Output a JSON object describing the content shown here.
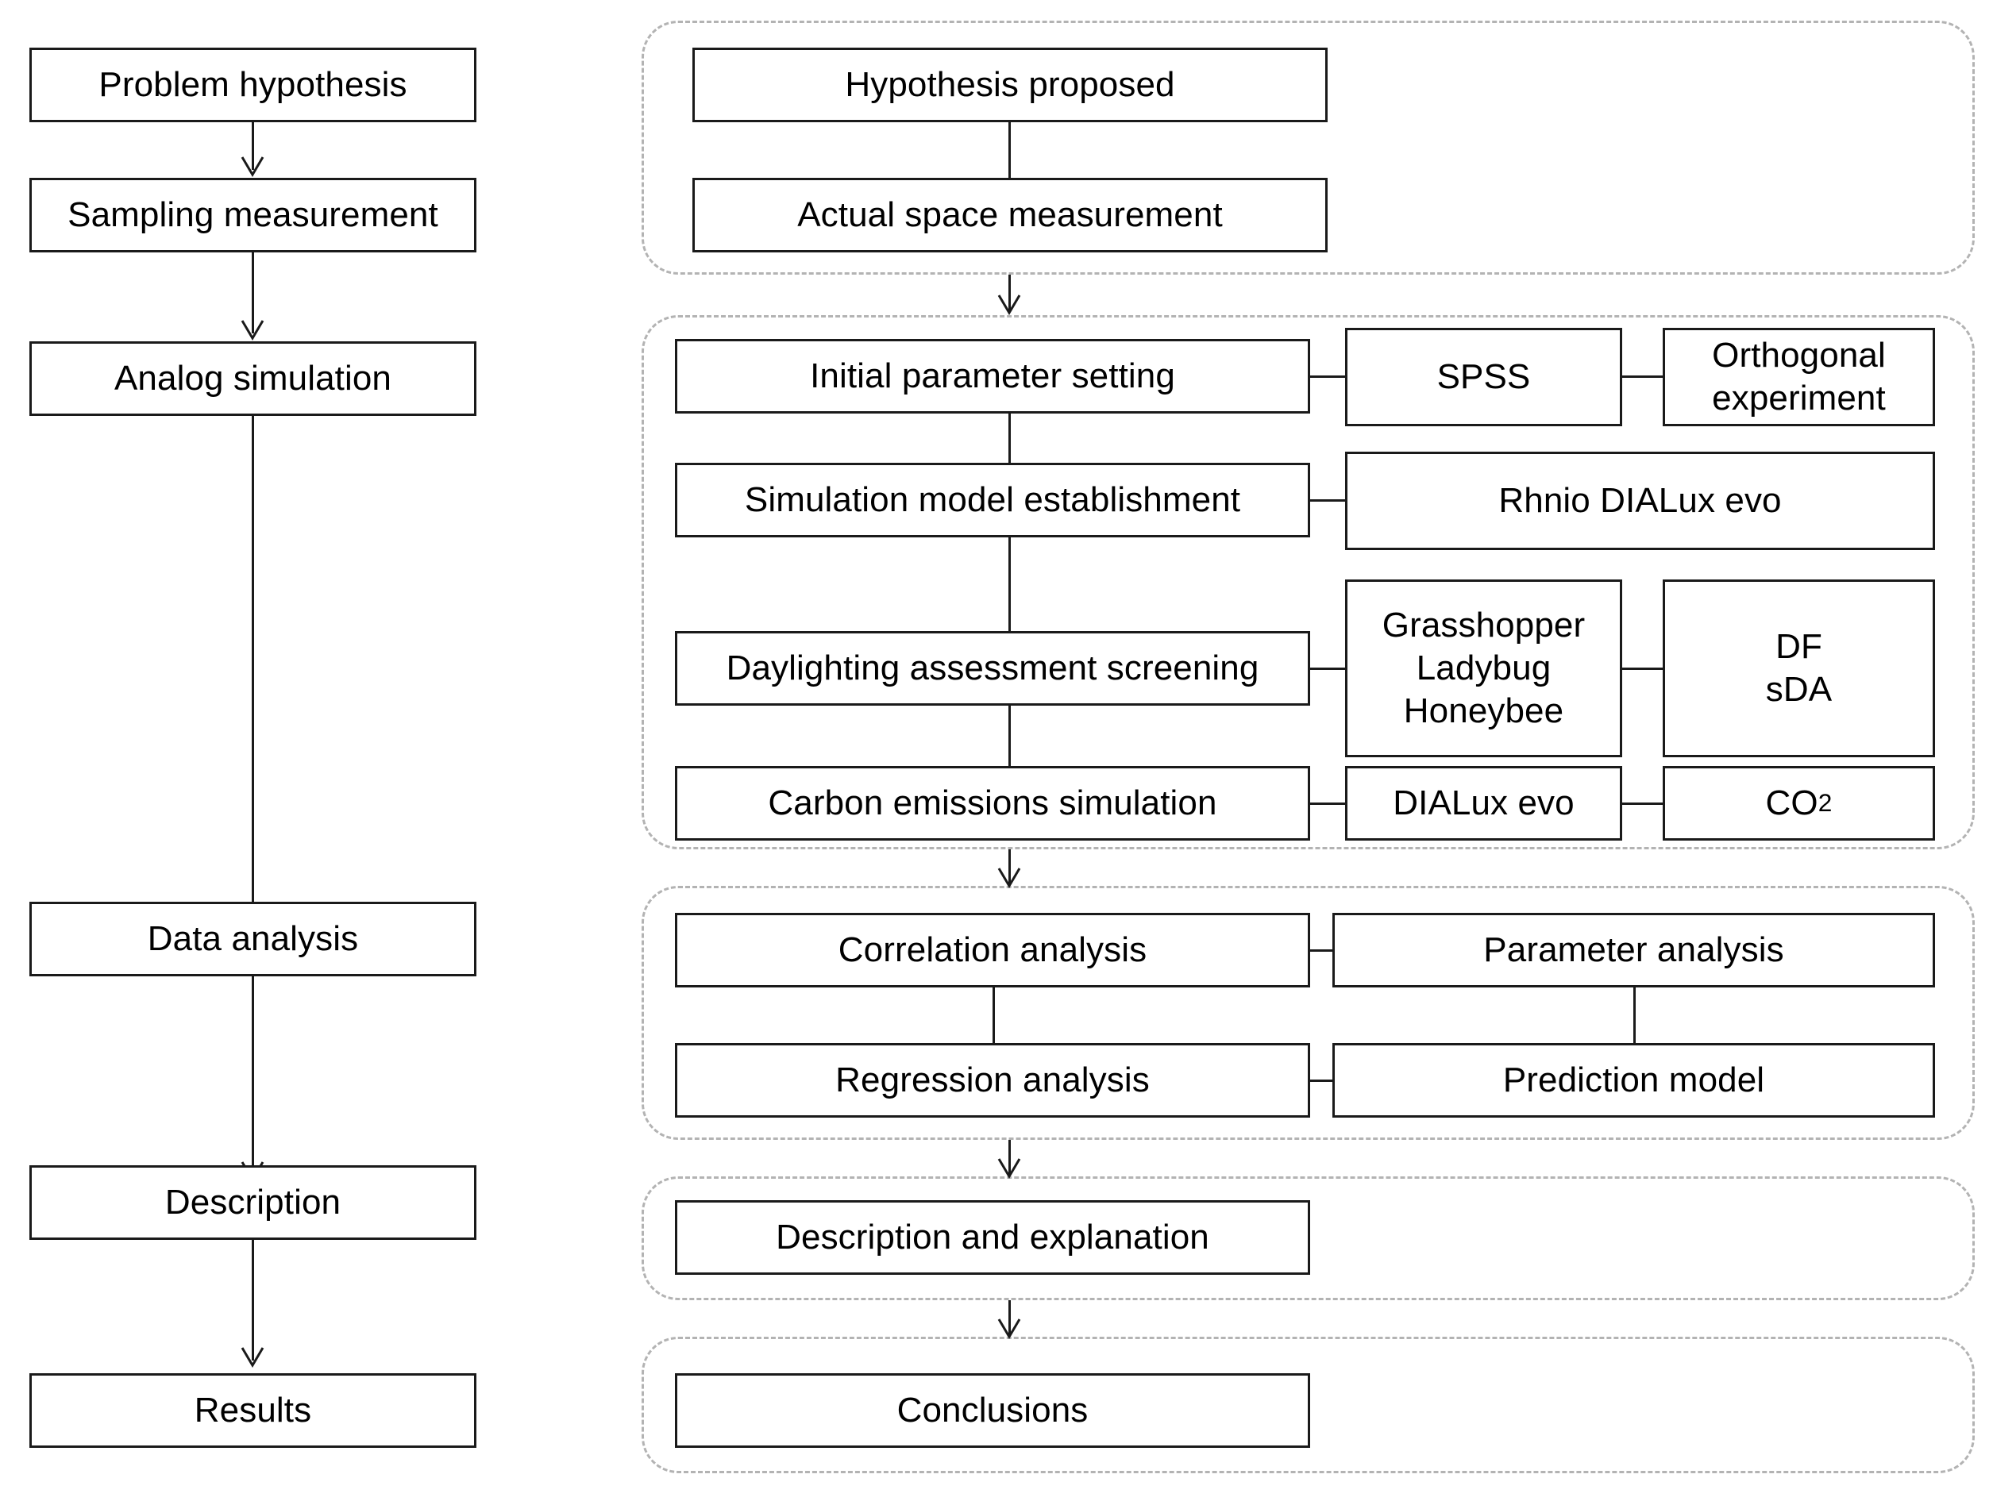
{
  "diagram": {
    "title": "Research methodology flowchart",
    "colors": {
      "box_border": "#1a1a1a",
      "group_border": "#b3b3b3",
      "connector": "#1a1a1a",
      "background": "#ffffff",
      "text": "#000000"
    }
  },
  "left_column": {
    "steps": [
      {
        "label": "Problem hypothesis"
      },
      {
        "label": "Sampling measurement"
      },
      {
        "label": "Analog simulation"
      },
      {
        "label": "Data analysis"
      },
      {
        "label": "Description"
      },
      {
        "label": "Results"
      }
    ]
  },
  "right_column": {
    "groups": [
      {
        "id": "group-hypothesis",
        "rows": [
          {
            "main": "Hypothesis proposed",
            "tools": [],
            "metrics": []
          },
          {
            "main": "Actual space measurement",
            "tools": [],
            "metrics": []
          }
        ]
      },
      {
        "id": "group-simulation",
        "rows": [
          {
            "main": "Initial parameter setting",
            "tool": "SPSS",
            "metric_lines": [
              "Orthogonal",
              "experiment"
            ]
          },
          {
            "main": "Simulation model establishment",
            "tool_wide": "Rhnio    DIALux evo"
          },
          {
            "main": "Daylighting assessment screening",
            "tool_lines": [
              "Grasshopper",
              "Ladybug",
              "Honeybee"
            ],
            "metric_lines": [
              "DF",
              "sDA"
            ]
          },
          {
            "main": "Carbon emissions simulation",
            "tool": "DIALux evo",
            "metric": "CO2",
            "metric_base": "CO",
            "metric_sub": "2"
          }
        ]
      },
      {
        "id": "group-analysis",
        "rows": [
          {
            "left": "Correlation analysis",
            "right": "Parameter analysis"
          },
          {
            "left": "Regression analysis",
            "right": "Prediction model"
          }
        ]
      },
      {
        "id": "group-description",
        "rows": [
          {
            "main": "Description and explanation"
          }
        ]
      },
      {
        "id": "group-conclusions",
        "rows": [
          {
            "main": "Conclusions"
          }
        ]
      }
    ]
  }
}
